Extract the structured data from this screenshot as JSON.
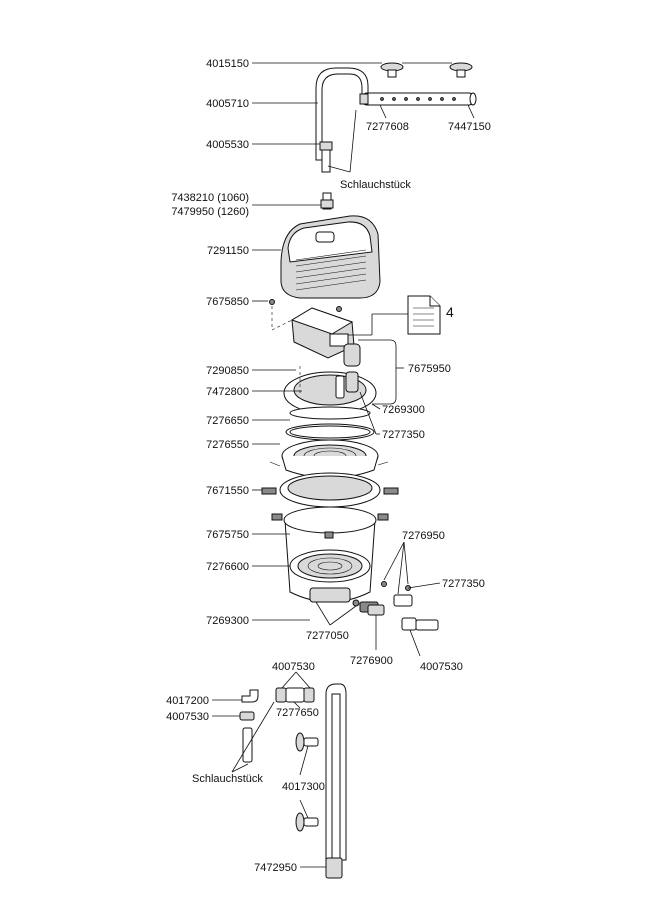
{
  "labels": {
    "l4015150": "4015150",
    "l4005710": "4005710",
    "l7277608": "7277608",
    "l7447150": "7447150",
    "l4005530": "4005530",
    "schlauch_top": "Schlauchstück",
    "l7438210": "7438210 (1060)",
    "l7479950": "7479950 (1260)",
    "l7291150": "7291150",
    "l7675850": "7675850",
    "manual_num": "4",
    "l7675950": "7675950",
    "l7290850": "7290850",
    "l7472800": "7472800",
    "l7269300_a": "7269300",
    "l7276650": "7276650",
    "l7277350_a": "7277350",
    "l7276550": "7276550",
    "l7671550": "7671550",
    "l7675750": "7675750",
    "l7276950": "7276950",
    "l7276600": "7276600",
    "l7277350_b": "7277350",
    "l7269300_b": "7269300",
    "l7277050": "7277050",
    "l7276900": "7276900",
    "l4007530_a": "4007530",
    "l4007530_b": "4007530",
    "l4017200": "4017200",
    "l7277650": "7277650",
    "l4007530_c": "4007530",
    "schlauch_bottom": "Schlauchstück",
    "l4017300": "4017300",
    "l7472950": "7472950"
  }
}
